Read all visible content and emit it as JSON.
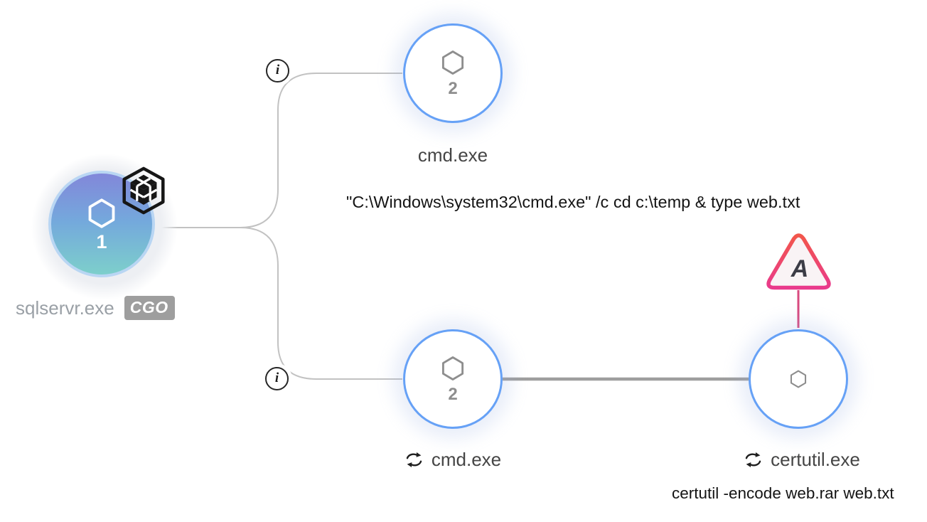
{
  "graph": {
    "title": "process-tree",
    "colors": {
      "node_border_blue": "#66a1f6",
      "root_gradient_top": "#8287da",
      "root_gradient_bottom": "#7dcfcb",
      "root_ring": "#b9d6f3",
      "edge_thin": "#c2c2c2",
      "edge_thick": "#9e9e9e",
      "alert_border_top": "#f2564b",
      "alert_border_bottom": "#e93a8c",
      "alert_stem": "#d84a7f",
      "badge_bg": "#9e9e9e",
      "label_dark": "#454545",
      "label_muted": "#9aa0a6"
    },
    "nodes": {
      "sqlservr": {
        "label": "sqlservr.exe",
        "badge": "CGO",
        "count": "1"
      },
      "cmd_top": {
        "label": "cmd.exe",
        "count": "2",
        "command": "\"C:\\Windows\\system32\\cmd.exe\" /c cd c:\\temp & type web.txt"
      },
      "cmd_bottom": {
        "label": "cmd.exe",
        "count": "2"
      },
      "certutil": {
        "label": "certutil.exe",
        "command": "certutil -encode web.rar web.txt",
        "alert_letter": "A"
      }
    },
    "icons": {
      "info_glyph": "i"
    }
  }
}
